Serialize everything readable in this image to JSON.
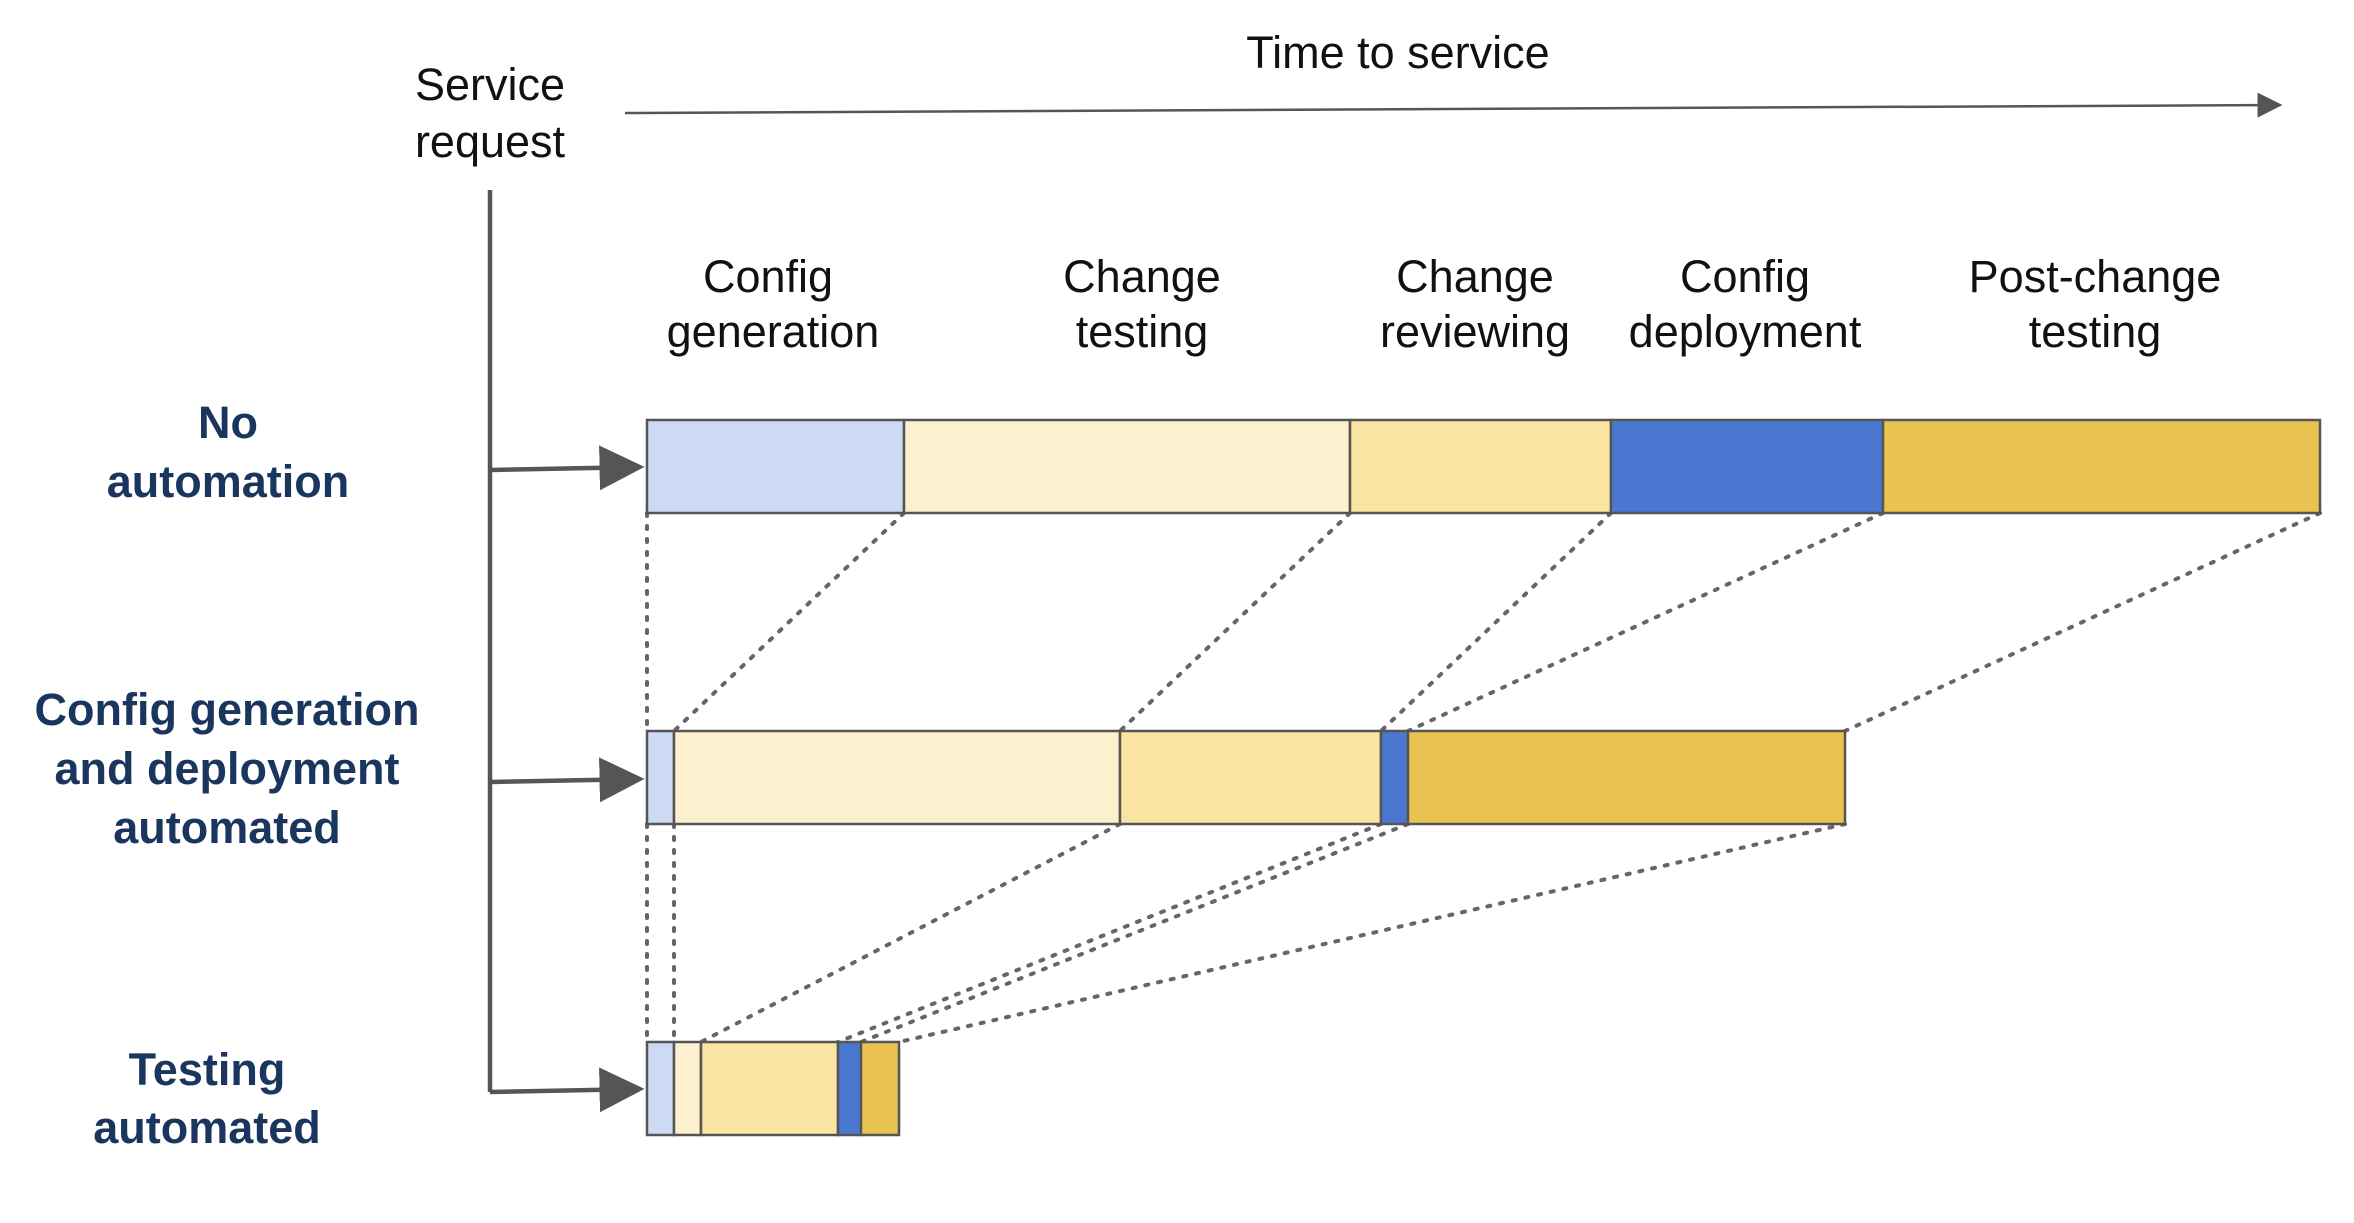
{
  "header": {
    "service_request": [
      "Service",
      "request"
    ],
    "time_to_service": "Time to service"
  },
  "phases": [
    {
      "id": "config-generation",
      "label": [
        "Config",
        "generation"
      ],
      "color": "#cddaf3"
    },
    {
      "id": "change-testing",
      "label": [
        "Change",
        "testing"
      ],
      "color": "#fdf0cf"
    },
    {
      "id": "change-reviewing",
      "label": [
        "Change",
        "reviewing"
      ],
      "color": "#f9e4a2"
    },
    {
      "id": "config-deployment",
      "label": [
        "Config",
        "deployment"
      ],
      "color": "#4a78d0"
    },
    {
      "id": "post-change-testing",
      "label": [
        "Post-change",
        "testing"
      ],
      "color": "#e9c350"
    }
  ],
  "scenarios": [
    {
      "id": "no-automation",
      "label": [
        "No",
        "automation"
      ],
      "durations": [
        257,
        446,
        261,
        272,
        437
      ]
    },
    {
      "id": "config-generation-and-deployment-automated",
      "label": [
        "Config generation",
        "and deployment",
        "automated"
      ],
      "durations": [
        27,
        446,
        261,
        27,
        437
      ]
    },
    {
      "id": "testing-automated",
      "label": [
        "Testing",
        "automated"
      ],
      "durations": [
        27,
        27,
        137,
        23,
        38
      ]
    }
  ],
  "colors": {
    "scenario_label": "#1a365f",
    "axis": "#555555",
    "bar_border": "#555555",
    "connector": "#666666"
  }
}
